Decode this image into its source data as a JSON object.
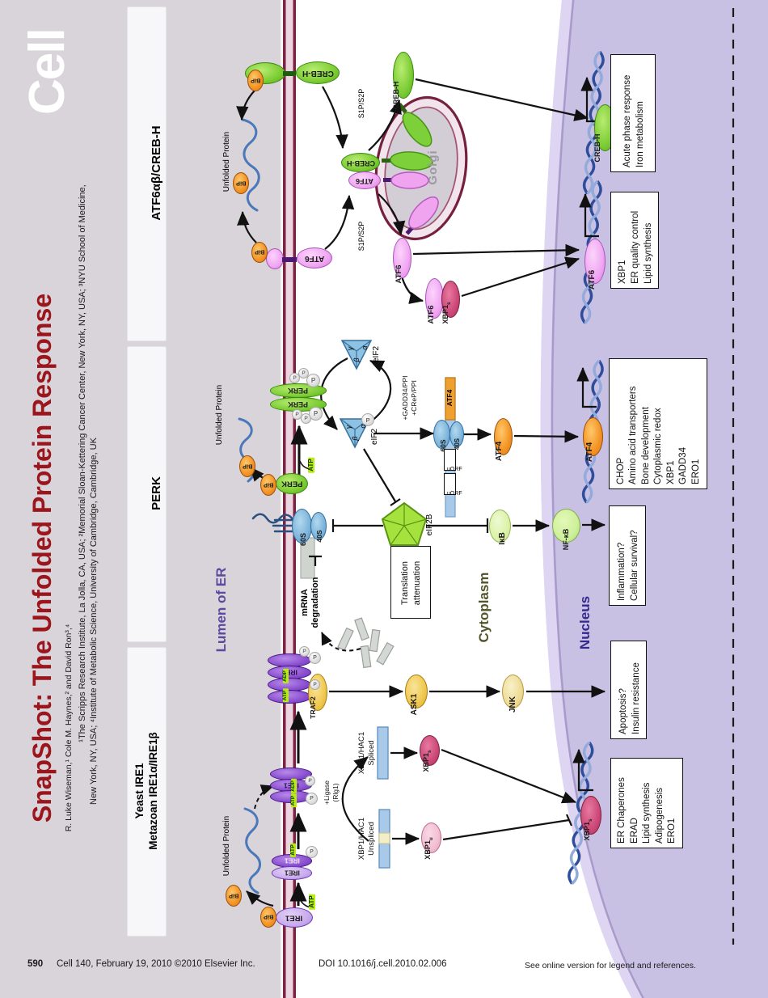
{
  "journal": {
    "logo": "Cell",
    "page_number": "590",
    "citation": "Cell 140, February 19, 2010 ©2010 Elsevier Inc.",
    "doi": "DOI 10.1016/j.cell.2010.02.006",
    "see_online": "See online version for legend and references."
  },
  "masthead": {
    "title": "SnapShot: The Unfolded Protein Response",
    "authors": "R. Luke Wiseman,¹ Cole M. Haynes,² and David Ron³,⁴",
    "affil1": "¹The Scripps Research Institute, La Jolla, CA, USA; ²Memorial Sloan-Kettering Cancer Center, New York, NY, USA; ³NYU School of Medicine,",
    "affil2": "New York, NY, USA; ⁴Institute of Metabolic Science, University of Cambridge, Cambridge, UK"
  },
  "lanes": {
    "atf6": "ATF6αβ/CREB-H",
    "perk": "PERK",
    "ire1_line1": "Yeast  IRE1",
    "ire1_line2": "Metazoan  IRE1α/IRE1β"
  },
  "compartments": {
    "lumen": "Lumen of ER",
    "cytoplasm": "Cytoplasm",
    "nucleus": "Nucleus",
    "golgi": "Golgi"
  },
  "proteins": {
    "bip": "BiP",
    "creb_h": "CREB-H",
    "atf6": "ATF6",
    "atf4": "ATF4",
    "perk": "PERK",
    "ire1": "IRE1",
    "traf2": "TRAF2",
    "ask1": "ASK1",
    "jnk": "JNK",
    "xbp1": "XBP1",
    "sub_s": "s",
    "sub_u": "u",
    "eif2": "eIF2",
    "eif2b": "eIF2B",
    "s60": "60S",
    "s40": "40S",
    "ikb": "IκB",
    "nfkb": "NF-κB",
    "alpha": "α",
    "beta": "β",
    "gamma": "γ"
  },
  "tags": {
    "atp": "ATP",
    "adp": "ADP",
    "p": "P",
    "uorf": "uORF",
    "s1p_s2p": "S1P/S2P",
    "unfolded": "Unfolded Protein",
    "mrna1": "mRNA",
    "mrna2": "degradation",
    "ta1": "Translation",
    "ta2": "attenuation",
    "gadd": "+GADD34/PPI",
    "crep": "+CReP/PPI",
    "lig1": "+Ligase",
    "lig2": "(Rlg1)",
    "hac1": "XBP1/HAC1",
    "spliced": "Spliced",
    "unspliced": "Unspliced"
  },
  "outputs": {
    "creb_h": [
      "Acute phase response",
      "Iron metabolism"
    ],
    "atf6": [
      "XBP1",
      "ER quality control",
      "Lipid synthesis"
    ],
    "atf4": [
      "CHOP",
      "Amino acid transporters",
      "Bone development",
      "Cytoplasmic redox",
      "XBP1",
      "GADD34",
      "ERO1"
    ],
    "nfkb": [
      "Inflammation?",
      "Cellular survival?"
    ],
    "jnk": [
      "Apoptosis?",
      "Insulin resistance"
    ],
    "xbp1s": [
      "ER Chaperones",
      "ERAD",
      "Lipid synthesis",
      "Adipogenesis",
      "ERO1"
    ]
  },
  "colors": {
    "title_red": "#9a161c",
    "lumen_gray": "#d9d4da",
    "membrane_maroon": "#7a2342",
    "nucleus_purple": "#c9c1e3",
    "lumen_label": "#5a4a9e",
    "cytoplasm_label": "#54542a",
    "nucleus_label": "#342a8e"
  }
}
